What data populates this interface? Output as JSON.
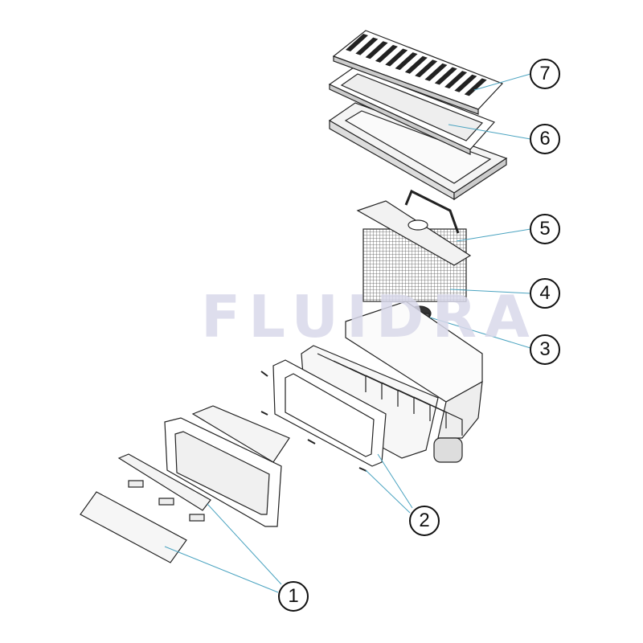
{
  "diagram": {
    "watermark": "FLUIDRA",
    "colors": {
      "line": "#222222",
      "leader": "#4aa3c0",
      "watermark": "#d9d9ea"
    },
    "callouts": [
      {
        "id": "1",
        "part": "flap-and-weir"
      },
      {
        "id": "2",
        "part": "gasket-and-screws"
      },
      {
        "id": "3",
        "part": "valve"
      },
      {
        "id": "4",
        "part": "basket"
      },
      {
        "id": "5",
        "part": "basket-handle-top"
      },
      {
        "id": "6",
        "part": "lid-frame"
      },
      {
        "id": "7",
        "part": "grate-cover"
      }
    ]
  }
}
